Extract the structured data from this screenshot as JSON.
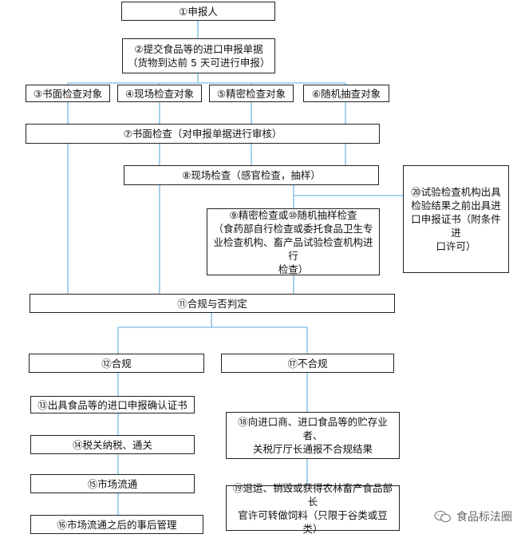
{
  "nodes": {
    "n1": "①申报人",
    "n2a": "②提交食品等的进口申报单据",
    "n2b": "（货物到达前 5 天可进行申报）",
    "n3": "③书面检查对象",
    "n4": "④现场检查对象",
    "n5": "⑤精密检查对象",
    "n6": "⑥随机抽查对象",
    "n7": "⑦书面检查（对申报单据进行审核）",
    "n8": "⑧现场检查（感官检查，抽样）",
    "n9a": "⑨精密检查或⑩随机抽样检查",
    "n9b": "（食药部自行检查或委托食品卫生专",
    "n9c": "业检查机构、畜产品试验检查机构进行",
    "n9d": "检查）",
    "n20a": "⑳试验检查机构出具",
    "n20b": "检验结果之前出具进",
    "n20c": "口申报证书（附条件进",
    "n20d": "口许可）",
    "n11": "⑪合规与否判定",
    "n12": "⑫合规",
    "n17": "⑰不合规",
    "n13": "⑬出具食品等的进口申报确认证书",
    "n14": "⑭税关纳税、通关",
    "n15": "⑮市场流通",
    "n16": "⑯市场流通之后的事后管理",
    "n18a": "⑱向进口商、进口食品等的贮存业者、",
    "n18b": "关税厅厅长通报不合规结果",
    "n19a": "⑲退运、销毁或获得农林畜产食品部长",
    "n19b": "官许可转做饲料（只限于谷类或豆类）"
  },
  "watermark": "食品标法圈",
  "colors": {
    "line": "#8ec5e8",
    "border": "#222222"
  }
}
